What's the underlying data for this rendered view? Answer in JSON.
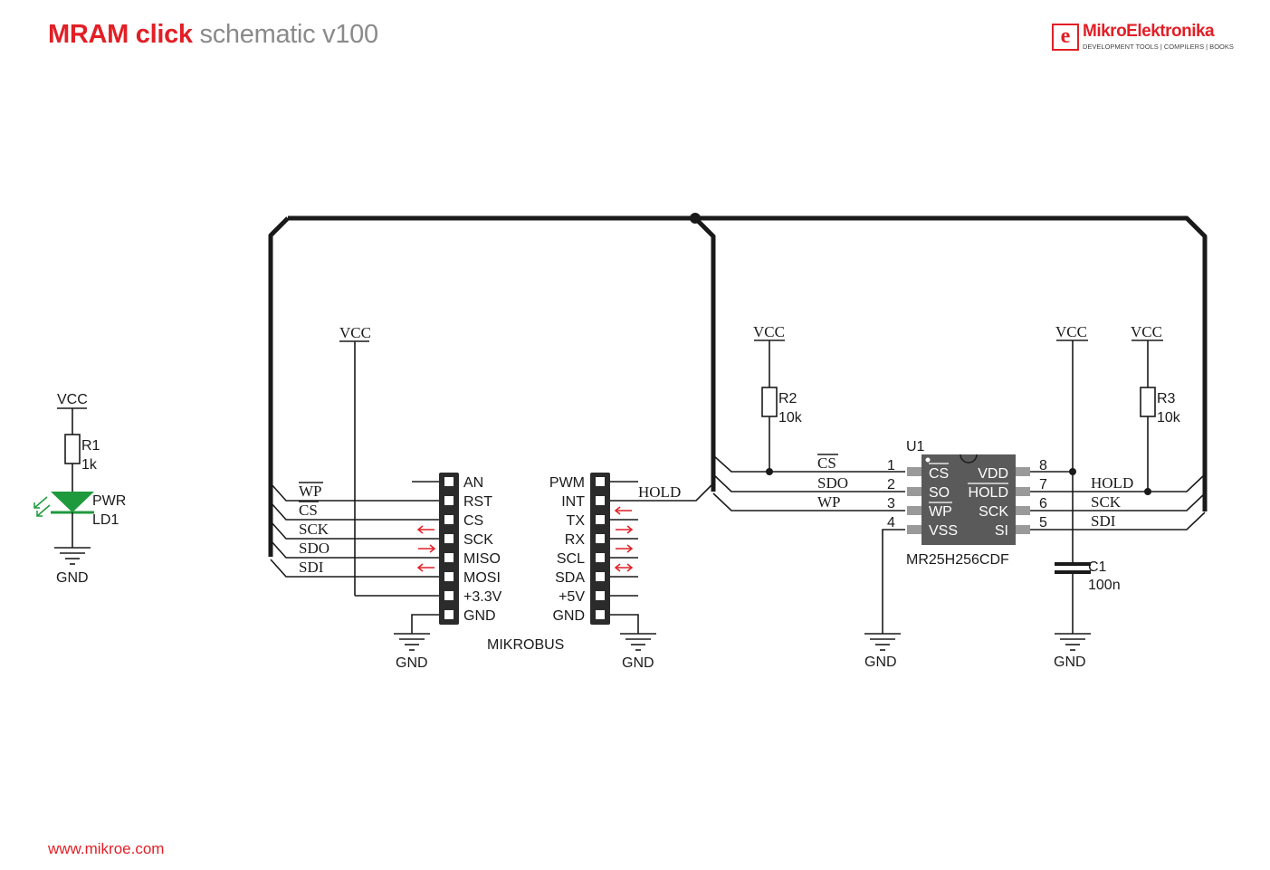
{
  "header": {
    "title_main": "MRAM click",
    "title_sub": "schematic v100"
  },
  "logo": {
    "mark": "e",
    "name": "MikroElektronika",
    "tagline": "DEVELOPMENT TOOLS | COMPILERS | BOOKS"
  },
  "footer": {
    "url": "www.mikroe.com"
  },
  "colors": {
    "accent": "#e21f26",
    "title_gray": "#8a8a8a",
    "led_green": "#1e9a3c",
    "chip_gray": "#5a5a5a",
    "pin_gray": "#9a9a9a"
  },
  "power_led": {
    "vcc": "VCC",
    "gnd": "GND",
    "r_name": "R1",
    "r_value": "1k",
    "led_name": "PWR",
    "led_ref": "LD1"
  },
  "mikrobus": {
    "name": "MIKROBUS",
    "vcc": "VCC",
    "gnd_left": "GND",
    "gnd_right": "GND",
    "left_pins": [
      "AN",
      "RST",
      "CS",
      "SCK",
      "MISO",
      "MOSI",
      "+3.3V",
      "GND"
    ],
    "right_pins": [
      "PWM",
      "INT",
      "TX",
      "RX",
      "SCL",
      "SDA",
      "+5V",
      "GND"
    ],
    "left_nets": [
      "WP",
      "CS",
      "SCK",
      "SDO",
      "SDI"
    ],
    "right_net": "HOLD"
  },
  "memory": {
    "ref": "U1",
    "part": "MR25H256CDF",
    "left_pins": [
      {
        "num": "1",
        "name": "CS",
        "net": "CS"
      },
      {
        "num": "2",
        "name": "SO",
        "net": "SDO"
      },
      {
        "num": "3",
        "name": "WP",
        "net": "WP"
      },
      {
        "num": "4",
        "name": "VSS",
        "net": ""
      }
    ],
    "right_pins": [
      {
        "num": "8",
        "name": "VDD",
        "net": ""
      },
      {
        "num": "7",
        "name": "HOLD",
        "net": "HOLD"
      },
      {
        "num": "6",
        "name": "SCK",
        "net": "SCK"
      },
      {
        "num": "5",
        "name": "SI",
        "net": "SDI"
      }
    ],
    "r2": {
      "name": "R2",
      "value": "10k",
      "vcc": "VCC"
    },
    "r3": {
      "name": "R3",
      "value": "10k",
      "vcc": "VCC"
    },
    "c1": {
      "name": "C1",
      "value": "100n",
      "vcc": "VCC",
      "gnd": "GND"
    },
    "gnd": "GND"
  }
}
